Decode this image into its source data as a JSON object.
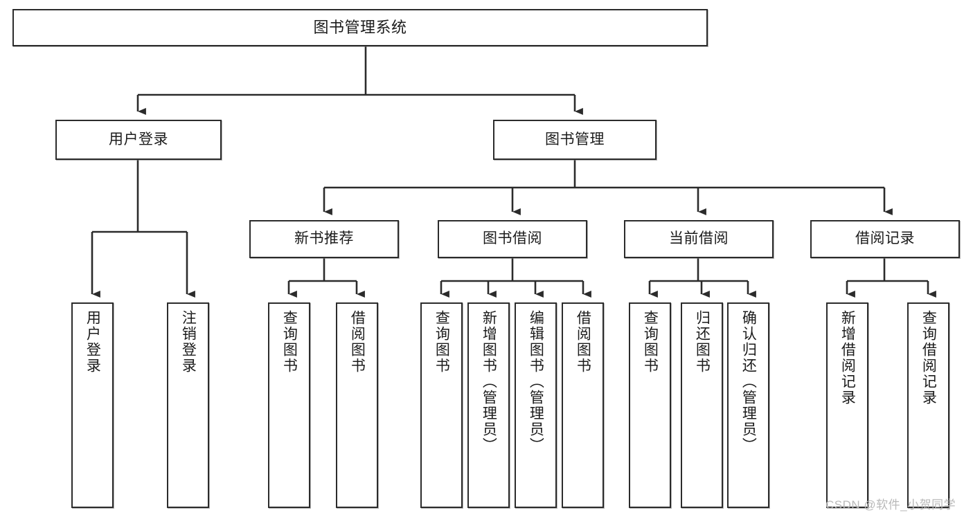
{
  "diagram": {
    "title": "图书管理系统",
    "type": "hierarchy-tree",
    "orientation": "top-down",
    "colors": {
      "box_border": "#2b2b2b",
      "box_fill": "#ffffff",
      "edge": "#2b2b2b",
      "text": "#1b1b1b",
      "watermark": "#b9b9b9",
      "background": "#ffffff"
    },
    "nodes": {
      "root": {
        "label": "图书管理系统"
      },
      "level2": [
        {
          "id": "user-login",
          "label": "用户登录"
        },
        {
          "id": "book-manage",
          "label": "图书管理"
        }
      ],
      "level3": [
        {
          "id": "new-book-recommend",
          "label": "新书推荐"
        },
        {
          "id": "book-borrow",
          "label": "图书借阅"
        },
        {
          "id": "current-borrow",
          "label": "当前借阅"
        },
        {
          "id": "borrow-record",
          "label": "借阅记录"
        }
      ],
      "leaves": {
        "user-login": [
          {
            "id": "login",
            "label": "用户登录"
          },
          {
            "id": "logout",
            "label": "注销登录"
          }
        ],
        "new-book-recommend": [
          {
            "id": "query-book-1",
            "label": "查询图书"
          },
          {
            "id": "borrow-book-1",
            "label": "借阅图书"
          }
        ],
        "book-borrow": [
          {
            "id": "query-book-2",
            "label": "查询图书"
          },
          {
            "id": "add-book",
            "label": "新增图书（管理员）"
          },
          {
            "id": "edit-book",
            "label": "编辑图书（管理员）"
          },
          {
            "id": "borrow-book-2",
            "label": "借阅图书"
          }
        ],
        "current-borrow": [
          {
            "id": "query-book-3",
            "label": "查询图书"
          },
          {
            "id": "return-book",
            "label": "归还图书"
          },
          {
            "id": "confirm-return",
            "label": "确认归还（管理员）"
          }
        ],
        "borrow-record": [
          {
            "id": "add-record",
            "label": "新增借阅记录"
          },
          {
            "id": "query-record",
            "label": "查询借阅记录"
          }
        ]
      }
    },
    "watermark": "CSDN @软件_小贺同学"
  }
}
